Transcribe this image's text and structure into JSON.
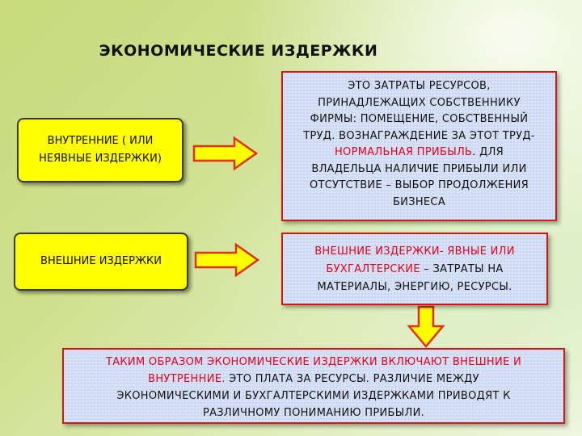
{
  "title": "ЭКОНОМИЧЕСКИЕ  ИЗДЕРЖКИ",
  "internal_box": {
    "line1": "ВНУТРЕННИЕ ( ИЛИ",
    "line2": "НЕЯВНЫЕ ИЗДЕРЖКИ)"
  },
  "external_box": {
    "label": "ВНЕШНИЕ  ИЗДЕРЖКИ"
  },
  "internal_desc": {
    "l1": "ЭТО ЗАТРАТЫ РЕСУРСОВ,",
    "l2": "ПРИНАДЛЕЖАЩИХ СОБСТВЕННИКУ",
    "l3": "ФИРМЫ:  ПОМЕЩЕНИЕ, СОБСТВЕННЫЙ",
    "l4": "ТРУД. ВОЗНАГРАЖДЕНИЕ ЗА ЭТОТ ТРУД-",
    "l5_red": "НОРМАЛЬНАЯ ПРИБЫЛЬ",
    "l5_rest": ". ДЛЯ",
    "l6": "ВЛАДЕЛЬЦА НАЛИЧИЕ ПРИБЫЛИ  ИЛИ",
    "l7": "ОТСУТСТВИЕ – ВЫБОР ПРОДОЛЖЕНИЯ",
    "l8": "БИЗНЕСА"
  },
  "external_desc": {
    "l1_red": "ВНЕШНИЕ ИЗДЕРЖКИ- ЯВНЫЕ ИЛИ",
    "l2_red": "БУХГАЛТЕРСКИЕ",
    "l2_rest": " – ЗАТРАТЫ НА",
    "l3": "МАТЕРИАЛЫ, ЭНЕРГИЮ, РЕСУРСЫ."
  },
  "conclusion": {
    "l1_red": "ТАКИМ  ОБРАЗОМ ЭКОНОМИЧЕСКИЕ ИЗДЕРЖКИ ВКЛЮЧАЮТ  ВНЕШНИЕ И",
    "l2_red": "ВНУТРЕННИЕ.",
    "l2_rest": " ЭТО ПЛАТА ЗА РЕСУРСЫ. РАЗЛИЧИЕ  МЕЖДУ",
    "l3": "ЭКОНОМИЧЕСКИМИ И  БУХГАЛТЕРСКИМИ ИЗДЕРЖКАМИ  ПРИВОДЯТ  К",
    "l4": "РАЗЛИЧНОМУ  ПОНИМАНИЮ ПРИБЫЛИ."
  },
  "colors": {
    "box_fill": "#ffff00",
    "arrow_fill": "#ffff00",
    "arrow_stroke": "#e03010",
    "highlight_text": "#e0001b",
    "desc_border": "#d01818"
  }
}
